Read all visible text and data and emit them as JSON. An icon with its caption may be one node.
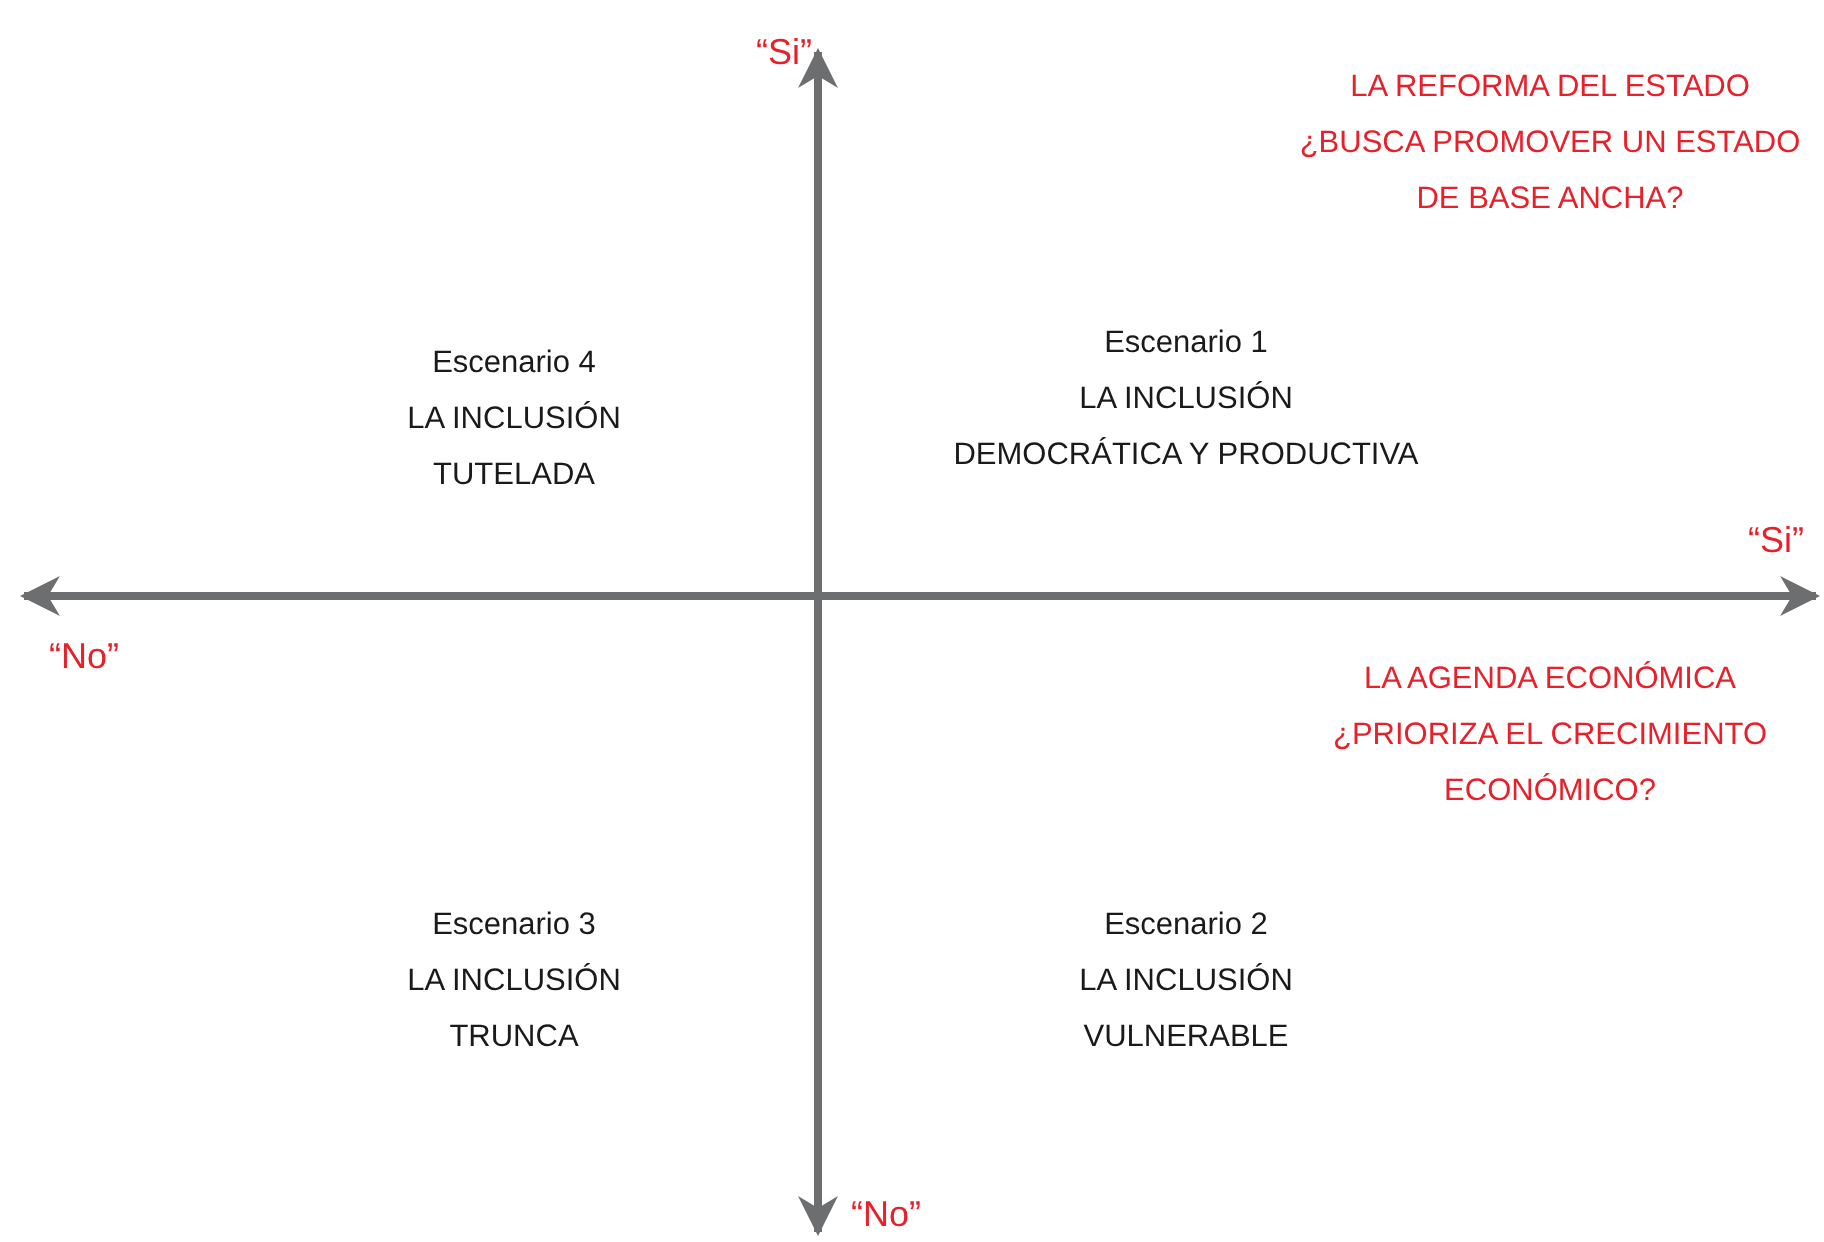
{
  "diagram": {
    "labels": [
      "“Si”",
      "LA REFORMA DEL ESTADO ¿BUSCA PROMOVER UN ESTADO DE BASE ANCHA?",
      "Escenario 4",
      "LA INCLUSIÓN TUTELADA",
      "Escenario 1",
      "LA INCLUSIÓN DEMOCRÁTICA Y PRODUCTIVA",
      "“Si”",
      "“No”",
      "LA AGENDA ECONÓMICA ¿PRIORIZA EL CRECIMIENTO ECONÓMICO?",
      "Escenario 3",
      "LA INCLUSIÓN TRUNCA",
      "Escenario 2",
      "LA INCLUSIÓN VULNERABLE",
      "“No”"
    ]
  }
}
